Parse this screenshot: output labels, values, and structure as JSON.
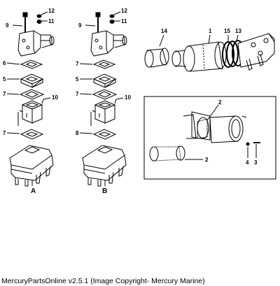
{
  "diagram": {
    "section_labels": {
      "a": "A",
      "b": "B"
    },
    "callouts": {
      "a_9": "9",
      "a_12": "12",
      "a_11": "11",
      "a_6": "6",
      "a_5": "5",
      "a_7_upper": "7",
      "a_10": "10",
      "a_7_lower": "7",
      "b_9": "9",
      "b_12": "12",
      "b_11": "11",
      "b_7_top": "7",
      "b_5": "5",
      "b_7_mid": "7",
      "b_10": "10",
      "b_8": "8",
      "r_14": "14",
      "r_1": "1",
      "r_15": "15",
      "r_13": "13",
      "d_2_top": "2",
      "d_2_left": "2",
      "d_4": "4",
      "d_3": "3"
    }
  },
  "footer": {
    "text": "MercuryPartsOnline v2.5.1 (Image Copyright- Mercury Marine)"
  },
  "colors": {
    "line": "#000000",
    "background": "#ffffff"
  }
}
